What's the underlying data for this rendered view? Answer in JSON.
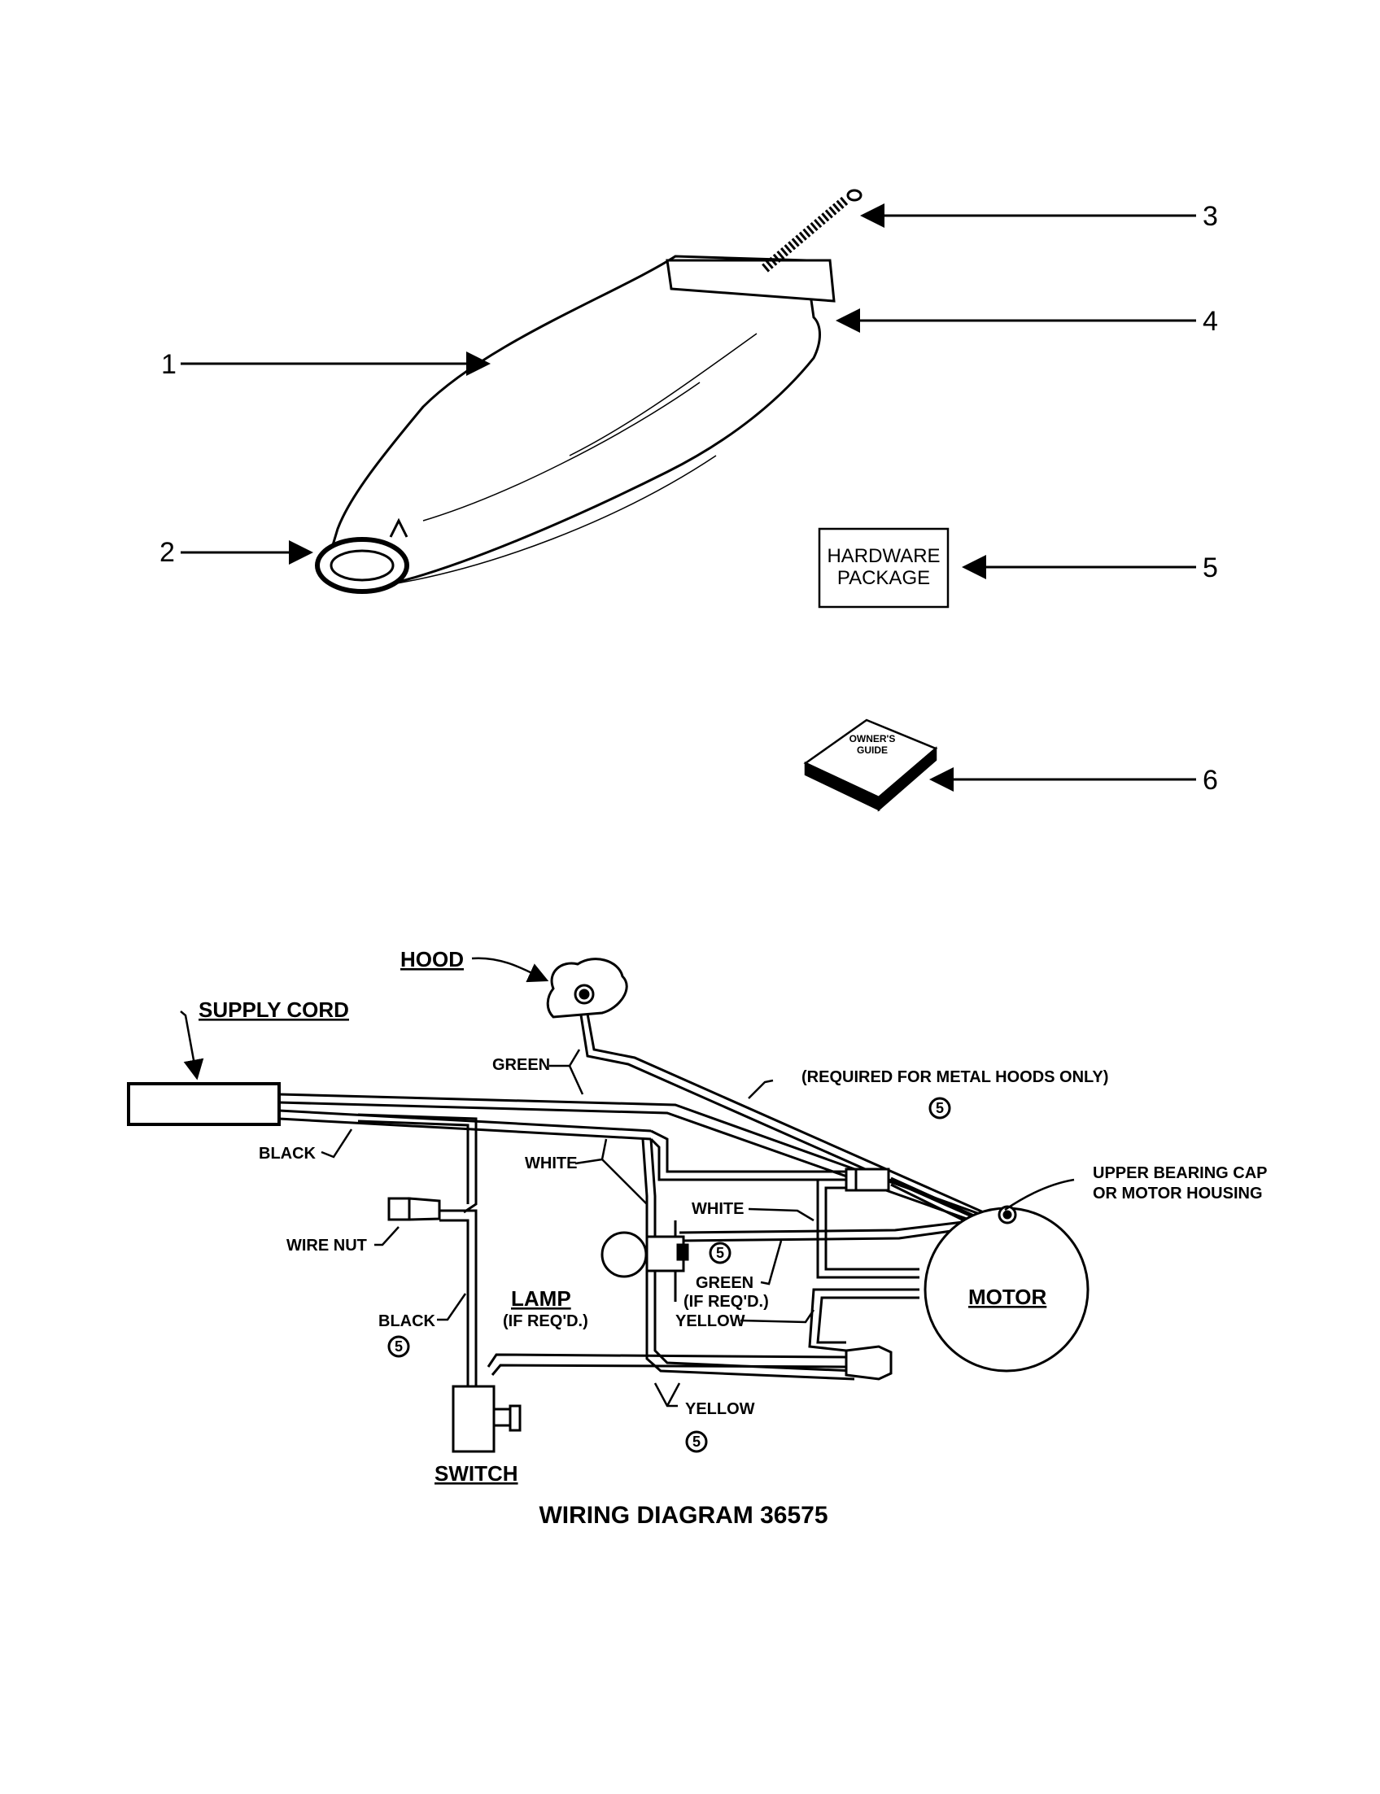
{
  "parts_diagram": {
    "callouts": [
      "1",
      "2",
      "3",
      "4",
      "5",
      "6"
    ],
    "hardware_package_label_line1": "HARDWARE",
    "hardware_package_label_line2": "PACKAGE",
    "owners_guide_line1": "OWNER'S",
    "owners_guide_line2": "GUIDE"
  },
  "wiring_diagram": {
    "title": "WIRING DIAGRAM 36575",
    "component_labels": {
      "hood": "HOOD",
      "supply_cord": "SUPPLY CORD",
      "lamp": "LAMP",
      "lamp_note": "(IF REQ'D.)",
      "switch": "SWITCH",
      "motor": "MOTOR",
      "upper_bearing_line1": "UPPER BEARING CAP",
      "upper_bearing_line2": "OR MOTOR HOUSING",
      "wire_nut": "WIRE NUT",
      "metal_hoods_note": "(REQUIRED FOR METAL HOODS ONLY)"
    },
    "wire_labels": {
      "green": "GREEN",
      "black_top": "BLACK",
      "black_lower": "BLACK",
      "white_left": "WHITE",
      "white_right": "WHITE",
      "green_lamp": "GREEN",
      "green_lamp_note": "(IF REQ'D.)",
      "yellow_right": "YELLOW",
      "yellow_bottom": "YELLOW"
    },
    "circled_note": "5"
  }
}
